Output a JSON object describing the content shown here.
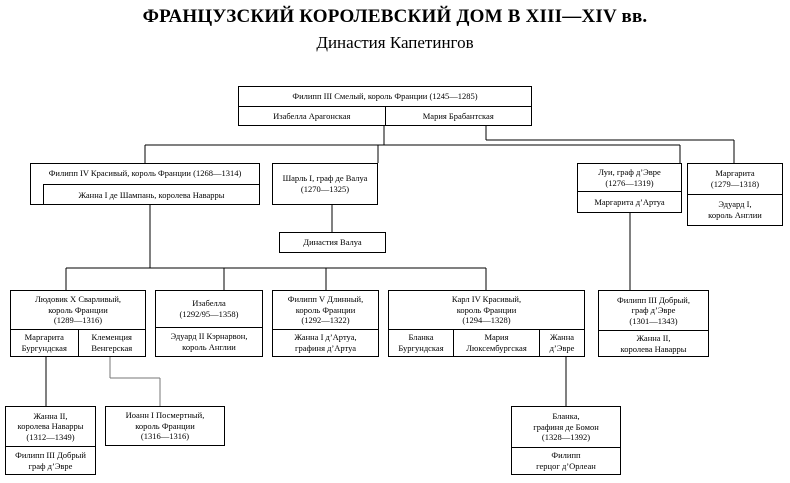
{
  "title": "ФРАНЦУЗСКИЙ КОРОЛЕВСКИЙ ДОМ В XIII—XIV вв.",
  "subtitle": "Династия Капетингов",
  "nodes": {
    "philip3": "Филипп III Смелый, король Франции (1245—1285)",
    "isabella_aragon": "Изабелла Арагонская",
    "maria_brabant": "Мария Брабантская",
    "philip4": "Филипп IV Красивый, король Франции (1268—1314)",
    "jeanne1_champagne": "Жанна I де Шампань, королева Наварры",
    "charles_valois_1": "Шарль I, граф де Валуа",
    "charles_valois_2": "(1270—1325)",
    "valois_dynasty": "Династия Валуа",
    "louis_evreux_1": "Луи, граф д’Эвре",
    "louis_evreux_2": "(1276—1319)",
    "marguerite_artois": "Маргарита д’Артуа",
    "marguerite_1": "Маргарита",
    "marguerite_2": "(1279—1318)",
    "edward1_1": "Эдуард I,",
    "edward1_2": "король Англии",
    "louis10_1": "Людовик X Сварливый,",
    "louis10_2": "король Франции",
    "louis10_3": "(1289—1316)",
    "marguerite_burg_1": "Маргарита",
    "marguerite_burg_2": "Бургундская",
    "clemence_1": "Клеменция",
    "clemence_2": "Венгерская",
    "isabella_1": "Изабелла",
    "isabella_2": "(1292/95—1358)",
    "edward2_1": "Эдуард II Кэрнарвон,",
    "edward2_2": "король Англии",
    "philip5_1": "Филипп V Длинный,",
    "philip5_2": "король Франции",
    "philip5_3": "(1292—1322)",
    "jeanne1_artois_1": "Жанна I д’Артуа,",
    "jeanne1_artois_2": "графиня д’Артуа",
    "charles4_1": "Карл IV Красивый,",
    "charles4_2": "король Франции",
    "charles4_3": "(1294—1328)",
    "blanche_1": "Бланка",
    "blanche_2": "Бургундская",
    "maria_lux_1": "Мария",
    "maria_lux_2": "Люксембургская",
    "jeanne_evreux_1": "Жанна",
    "jeanne_evreux_2": "д’Эвре",
    "philip3_good_1": "Филипп III Добрый,",
    "philip3_good_2": "граф д’Эвре",
    "philip3_good_3": "(1301—1343)",
    "jeanne2_1": "Жанна II,",
    "jeanne2_2": "королева Наварры",
    "jeanne2_child_1": "Жанна II,",
    "jeanne2_child_2": "королева Наварры",
    "jeanne2_child_3": "(1312—1349)",
    "philip3_good_child_1": "Филипп III Добрый",
    "philip3_good_child_2": "граф д’Эвре",
    "john1_1": "Иоанн I Посмертный,",
    "john1_2": "король Франции",
    "john1_3": "(1316—1316)",
    "blanche_beaumont_1": "Бланка,",
    "blanche_beaumont_2": "графиня де Бомон",
    "blanche_beaumont_3": "(1328—1392)",
    "philippe_orleans_1": "Филипп",
    "philippe_orleans_2": "герцог д’Орлеан"
  }
}
